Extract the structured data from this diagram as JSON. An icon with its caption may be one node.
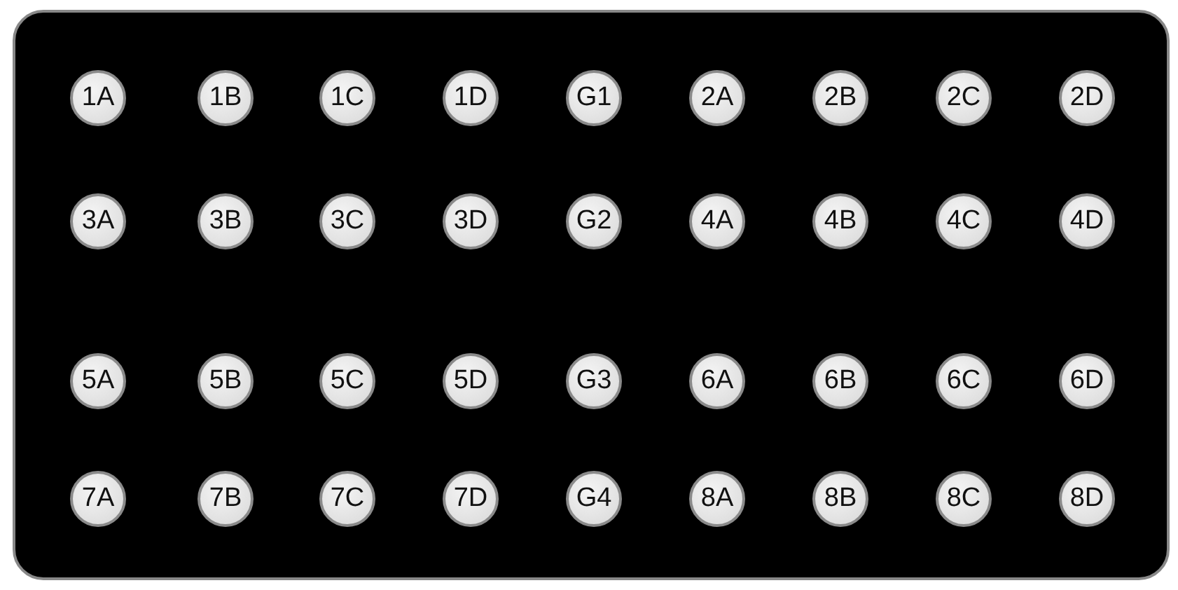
{
  "diagram": {
    "nodes": [
      {
        "text": [],
        "shape": "box"
      },
      {
        "text": [
          "1A"
        ],
        "in": 0
      },
      {
        "text": [
          "1B"
        ],
        "in": 0
      },
      {
        "text": [
          "1C"
        ],
        "in": 0
      },
      {
        "text": [
          "1D"
        ],
        "in": 0
      },
      {
        "text": [
          "G1"
        ],
        "in": 0
      },
      {
        "text": [
          "2A"
        ],
        "in": 0
      },
      {
        "text": [
          "2B"
        ],
        "in": 0
      },
      {
        "text": [
          "2C"
        ],
        "in": 0
      },
      {
        "text": [
          "2D"
        ],
        "in": 0
      },
      {
        "text": [
          "3A"
        ],
        "in": 0
      },
      {
        "text": [
          "3B"
        ],
        "in": 0
      },
      {
        "text": [
          "3C"
        ],
        "in": 0
      },
      {
        "text": [
          "3D"
        ],
        "in": 0
      },
      {
        "text": [
          "G2"
        ],
        "in": 0
      },
      {
        "text": [
          "4A"
        ],
        "in": 0
      },
      {
        "text": [
          "4B"
        ],
        "in": 0
      },
      {
        "text": [
          "4C"
        ],
        "in": 0
      },
      {
        "text": [
          "4D"
        ],
        "in": 0
      },
      {
        "text": [
          "5A"
        ],
        "in": 0
      },
      {
        "text": [
          "5B"
        ],
        "in": 0
      },
      {
        "text": [
          "5C"
        ],
        "in": 0
      },
      {
        "text": [
          "5D"
        ],
        "in": 0
      },
      {
        "text": [
          "G3"
        ],
        "in": 0
      },
      {
        "text": [
          "6A"
        ],
        "in": 0
      },
      {
        "text": [
          "6B"
        ],
        "in": 0
      },
      {
        "text": [
          "6C"
        ],
        "in": 0
      },
      {
        "text": [
          "6D"
        ],
        "in": 0
      },
      {
        "text": [
          "7A"
        ],
        "in": 0
      },
      {
        "text": [
          "7B"
        ],
        "in": 0
      },
      {
        "text": [
          "7C"
        ],
        "in": 0
      },
      {
        "text": [
          "7D"
        ],
        "in": 0
      },
      {
        "text": [
          "G4"
        ],
        "in": 0
      },
      {
        "text": [
          "8A"
        ],
        "in": 0
      },
      {
        "text": [
          "8B"
        ],
        "in": 0
      },
      {
        "text": [
          "8C"
        ],
        "in": 0
      },
      {
        "text": [
          "8D"
        ],
        "in": 0
      }
    ]
  }
}
